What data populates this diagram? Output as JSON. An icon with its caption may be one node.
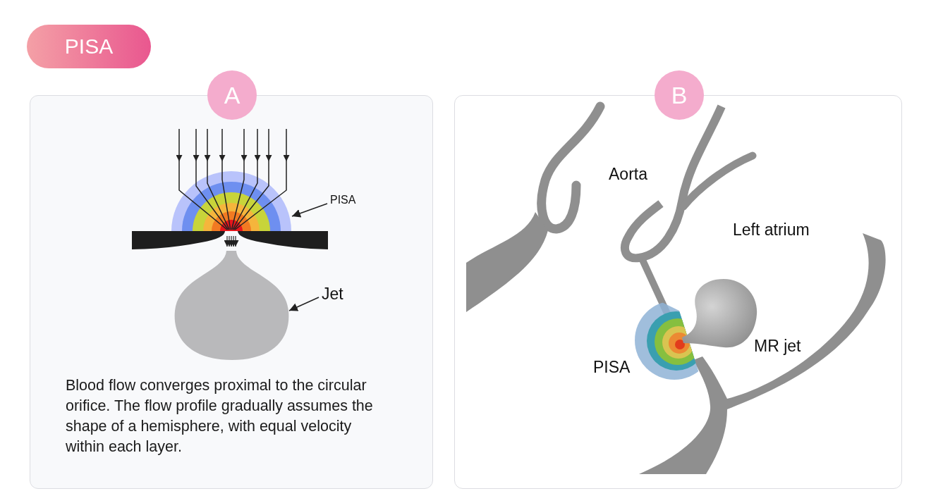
{
  "diagram": {
    "nodes": [
      {
        "text": [
          "PISA"
        ]
      },
      {
        "text": [
          "A"
        ]
      },
      {
        "text": [
          "Blood flow converges proximal to the circular orifice. The flow profile gradually assumes the shape of a hemisphere, with equal velocity within each layer."
        ]
      },
      {
        "text": [
          "PISA"
        ],
        "in": 2
      },
      {
        "text": [],
        "shape": "picture",
        "in": 2
      },
      {
        "text": [
          "Jet"
        ],
        "in": 2
      },
      {
        "text": [],
        "shape": "picture",
        "in": 2
      },
      {
        "text": [
          "B"
        ]
      },
      {
        "text": [],
        "shape": "box"
      }
    ],
    "edges": [
      {
        "from": 3,
        "to": 4,
        "arrow": "to"
      },
      {
        "from": 5,
        "to": 6,
        "arrow": "to"
      }
    ],
    "labels": [
      "Aorta",
      "Left atrium",
      "PISA",
      "MR jet"
    ]
  }
}
